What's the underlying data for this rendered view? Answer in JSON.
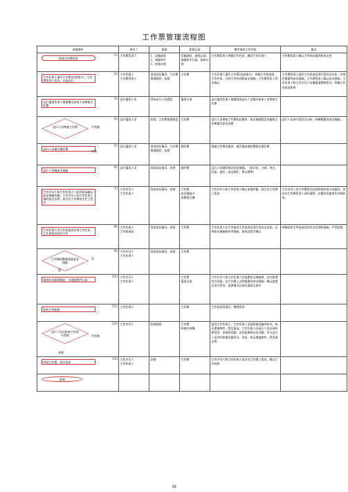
{
  "title": "工作票管理流程图",
  "headers": [
    "流程顺序",
    "责任人",
    "依据",
    "质量记录",
    "需完成的工作内容",
    "备注"
  ],
  "rows": [
    {
      "step": "(1)",
      "box": "检修工作票签发",
      "shape": "rounded",
      "resp": "工作票签发人",
      "basis": "1、设备缺陷\n2、调度命令\n3、检修计划",
      "record": "设备缺陷、缺陷记录、调度命令记录、检修计划",
      "work": "工作票签发人明确工作任务，确定工作负责人",
      "note": "工作票签发人确认工作的必要性和安全性",
      "h": 24
    },
    {
      "step": "(2)",
      "box": "工作负责人填写工作票(含安措卡)，工作票签发人签名，交变运行",
      "shape": "rect",
      "resp": "工作负责人\n工作票签发人",
      "basis": "现场实际情况、工作票管理规定、安规",
      "record": "工作票",
      "work": "工作负责人填写工作票(含安措卡)，明确工作班成员、工作任务、计划工作时间和安全措施，工作票签发人签名确认",
      "note": "工作票签发人组织工作班成员进行危险点分析，并拟定需要的安全措施。工作票签发人确认安全措施，工作负责人和工作许可人员需要清楚和签字，明确工作班成员职责",
      "h": 33
    },
    {
      "step": "(3)",
      "box": "运行值班负责人根据情况安排人员审查工作票",
      "shape": "rect",
      "resp": "运行值班人员",
      "basis": "现场运行人员规定",
      "record": "值班记录",
      "work": "运行值班负责人根据现场运行人员情况安排人员审查工作票",
      "note": "",
      "h": 26
    },
    {
      "step": "(4)",
      "box": "运行人员审查工作票",
      "shape": "diamond",
      "resp": "运行值班人员",
      "basis": "安规、工作票管理规定",
      "record": "工作票",
      "work": "运行人员审核工作票的必要性、安全措施是否完备和工作票填写是否合格",
      "note": "运行人员进行危险点分析，明确需要的安全措施。",
      "ann": "不合格",
      "h": 36
    },
    {
      "step": "(5)",
      "box": "运行人员填写操作票",
      "shape": "rect",
      "resp": "运行值班人员",
      "basis": "现场实际情况、工作票管理规定、安规",
      "record": "操作票",
      "work": "根据工作票的要求，填写确安措的需相关操作票",
      "note": "",
      "ann": "合格",
      "h": 28
    },
    {
      "step": "(6)",
      "box": "运行人员确安全措施",
      "shape": "rect",
      "resp": "运行值班人员",
      "basis": "现场实际情况、安规",
      "record": "操作票",
      "work": "运行人员做好相关安全措施。（如开关、刀闸、地刀、压板、遮栏，安全围栏，警示牌等）",
      "note": "",
      "h": 28
    },
    {
      "step": "(7)",
      "box": "工作许可人和工作负责人一起到现场确认安全措施完备，工作许可人向工作负责人做好安全交底，双方在工作票安全栏上签名",
      "shape": "rect",
      "resp": "工作许可人\n工作负责人",
      "basis": "现场实际情况、安规",
      "record": "工作票\n安全措施卡\n两票登记簿",
      "work": "工作许可人和工作负责人确认安措完备，双方在工作票上签名",
      "note": "工作许可人对工作票所列内容即使有很小的疑问，也应向工作票签发人询问清楚，必要时应要求作详细补充。",
      "h": 52
    },
    {
      "step": "(8)",
      "box": "工作负责人向工作班成员交待工作任务、工作流程及危险工作",
      "shape": "rect",
      "resp": "工作负责人\n工作班成员",
      "basis": "现场实际情况、安规",
      "record": "工作票",
      "work": "工作负责人在工作前对工作班成员进行危险点告知，交待安全措施和技术措施，各成员签字确认",
      "note": "明确告知工作班成员危险点及预防措施，严禁违规",
      "h": 32
    },
    {
      "step": "(9)",
      "box": "工作期间需要改变安全措施",
      "shape": "diamond",
      "resp": "工作许可人\n工作负责人",
      "basis": "现场实际情况、安规",
      "record": "工作票",
      "work": "",
      "note": "",
      "ann": "否",
      "ann2": "是",
      "h": 34
    },
    {
      "step": "(10)",
      "box": "按照有关管理规定、办理变更并记录",
      "shape": "rect",
      "resp": "工作许可人\n工作负责人",
      "basis": "",
      "record": "工作票\n值班记录",
      "work": "工作许可人和工作负责人在变更安全措施前，应先取得对方同意，在工作票上注明变更的安全措施，确认变更后双方签名，变更情况记录在值班记录中",
      "note": "",
      "h": 40
    },
    {
      "step": "(11)",
      "box": "检修工作结束",
      "shape": "rect",
      "resp": "工作负责人",
      "basis": "",
      "record": "工作票",
      "work": "工作班成员清扫、整理现场",
      "note": "",
      "h": 22
    },
    {
      "step": "(12)",
      "box": "运行人员对检修工作进行验收",
      "shape": "diamond",
      "resp": "工作许可人",
      "basis": "检修规程",
      "record": "工作票\n检修交待簿",
      "work": "会同工作负责人，工作负责人全面检查设备的状况，有无遗留物件，是否清洁。工作负责人向运行人员交待所修项目、发现的问题、试验结果和存在问题，并与运行人员共同检查设备状况、状态，有无遗留物件，是否清洁等",
      "note": "",
      "ann": "不合格",
      "ann2": "合格",
      "h": 48
    },
    {
      "step": "(13)",
      "box": "终结工作票、双方签名",
      "shape": "rect",
      "resp": "工作许可人\n工作负责人",
      "basis": "安规",
      "record": "工作票",
      "work": "工作许可人和工作负责人双方在工作票上签名，确认工作终结",
      "note": "",
      "h": 22
    },
    {
      "step": "",
      "box": "结束",
      "shape": "oval",
      "resp": "",
      "basis": "",
      "record": "",
      "work": "",
      "note": "",
      "h": 22
    }
  ],
  "page_number": "39"
}
